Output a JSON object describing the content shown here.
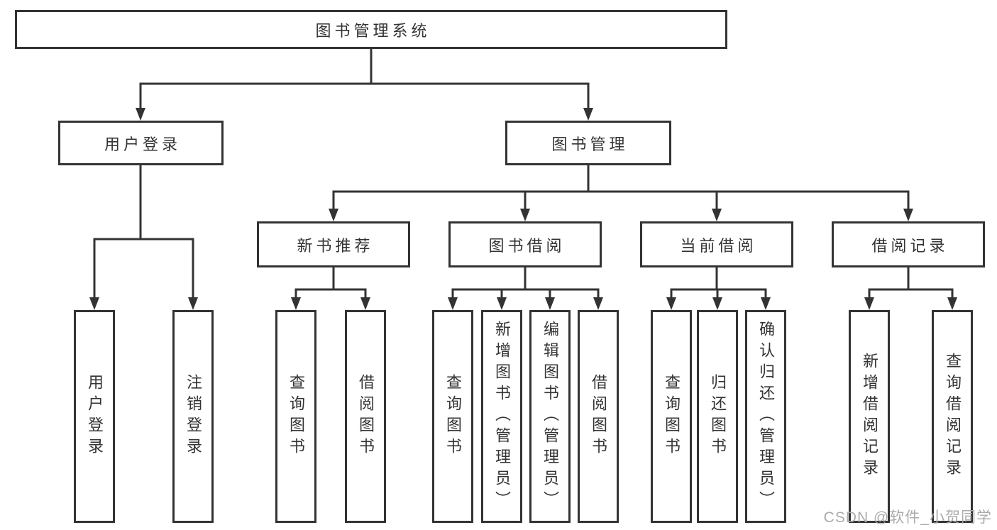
{
  "colors": {
    "line": "#333333",
    "text": "#333333",
    "background": "#ffffff",
    "watermark": "#ababab"
  },
  "watermark": {
    "text": "CSDN @软件_小贺同学"
  },
  "tree": {
    "root": {
      "label": "图书管理系统"
    },
    "branches": [
      {
        "label": "用户登录",
        "children": [
          {
            "label": "用户登录"
          },
          {
            "label": "注销登录"
          }
        ]
      },
      {
        "label": "图书管理",
        "children": [
          {
            "label": "新书推荐",
            "children": [
              {
                "label": "查询图书"
              },
              {
                "label": "借阅图书"
              }
            ]
          },
          {
            "label": "图书借阅",
            "children": [
              {
                "label": "查询图书"
              },
              {
                "label": "新增图书（管理员）"
              },
              {
                "label": "编辑图书（管理员）"
              },
              {
                "label": "借阅图书"
              }
            ]
          },
          {
            "label": "当前借阅",
            "children": [
              {
                "label": "查询图书"
              },
              {
                "label": "归还图书"
              },
              {
                "label": "确认归还（管理员）"
              }
            ]
          },
          {
            "label": "借阅记录",
            "children": [
              {
                "label": "新增借阅记录"
              },
              {
                "label": "查询借阅记录"
              }
            ]
          }
        ]
      }
    ]
  }
}
